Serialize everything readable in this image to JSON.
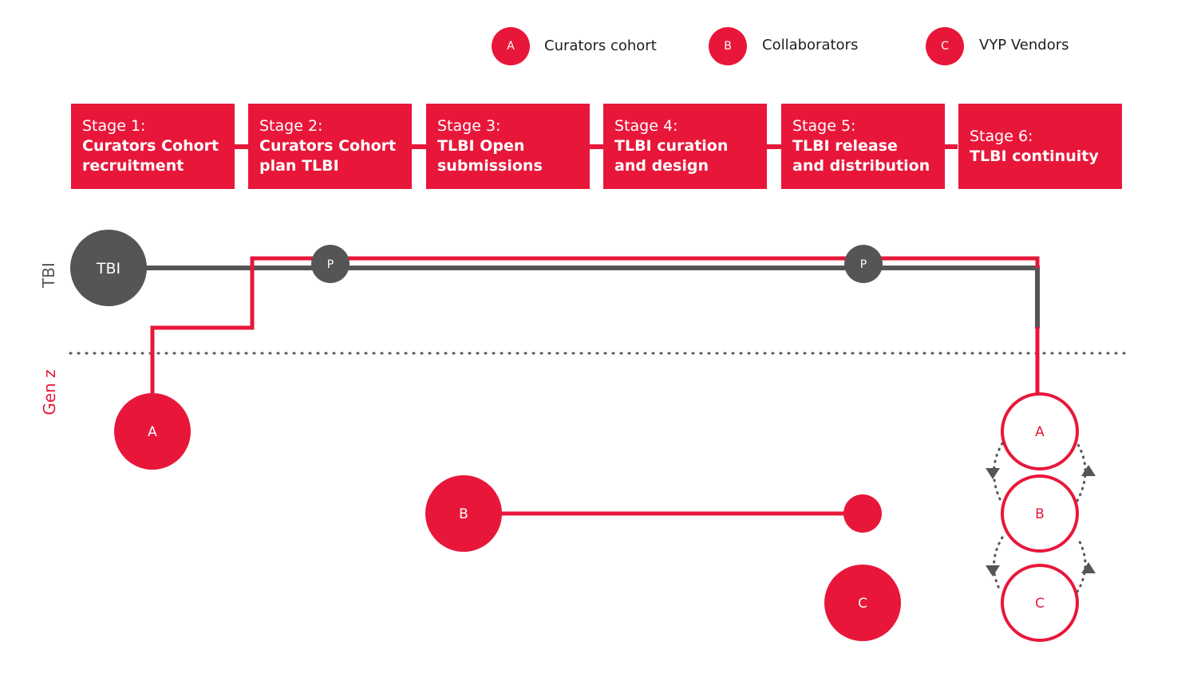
{
  "colors": {
    "accent": "#e8173a",
    "dark": "#555555",
    "text": "#1e1e1e",
    "white": "#ffffff"
  },
  "legend": [
    {
      "badge": "A",
      "label": "Curators cohort"
    },
    {
      "badge": "B",
      "label": "Collaborators"
    },
    {
      "badge": "C",
      "label": "VYP Vendors"
    }
  ],
  "stages": [
    {
      "number": "Stage 1:",
      "title": "Curators Cohort recruitment"
    },
    {
      "number": "Stage 2:",
      "title": "Curators Cohort plan TLBI"
    },
    {
      "number": "Stage 3:",
      "title": "TLBI Open submissions"
    },
    {
      "number": "Stage 4:",
      "title": "TLBI curation and design"
    },
    {
      "number": "Stage 5:",
      "title": "TLBI release and distribution"
    },
    {
      "number": "Stage 6:",
      "title": "TLBI continuity"
    }
  ],
  "bands": {
    "top": "TBI",
    "bottom": "Gen z"
  },
  "nodes": {
    "tbi": "TBI",
    "p1": "P",
    "p2": "P",
    "a_left": "A",
    "b_mid": "B",
    "c_mid": "C",
    "a_right": "A",
    "b_right": "B",
    "c_right": "C"
  }
}
